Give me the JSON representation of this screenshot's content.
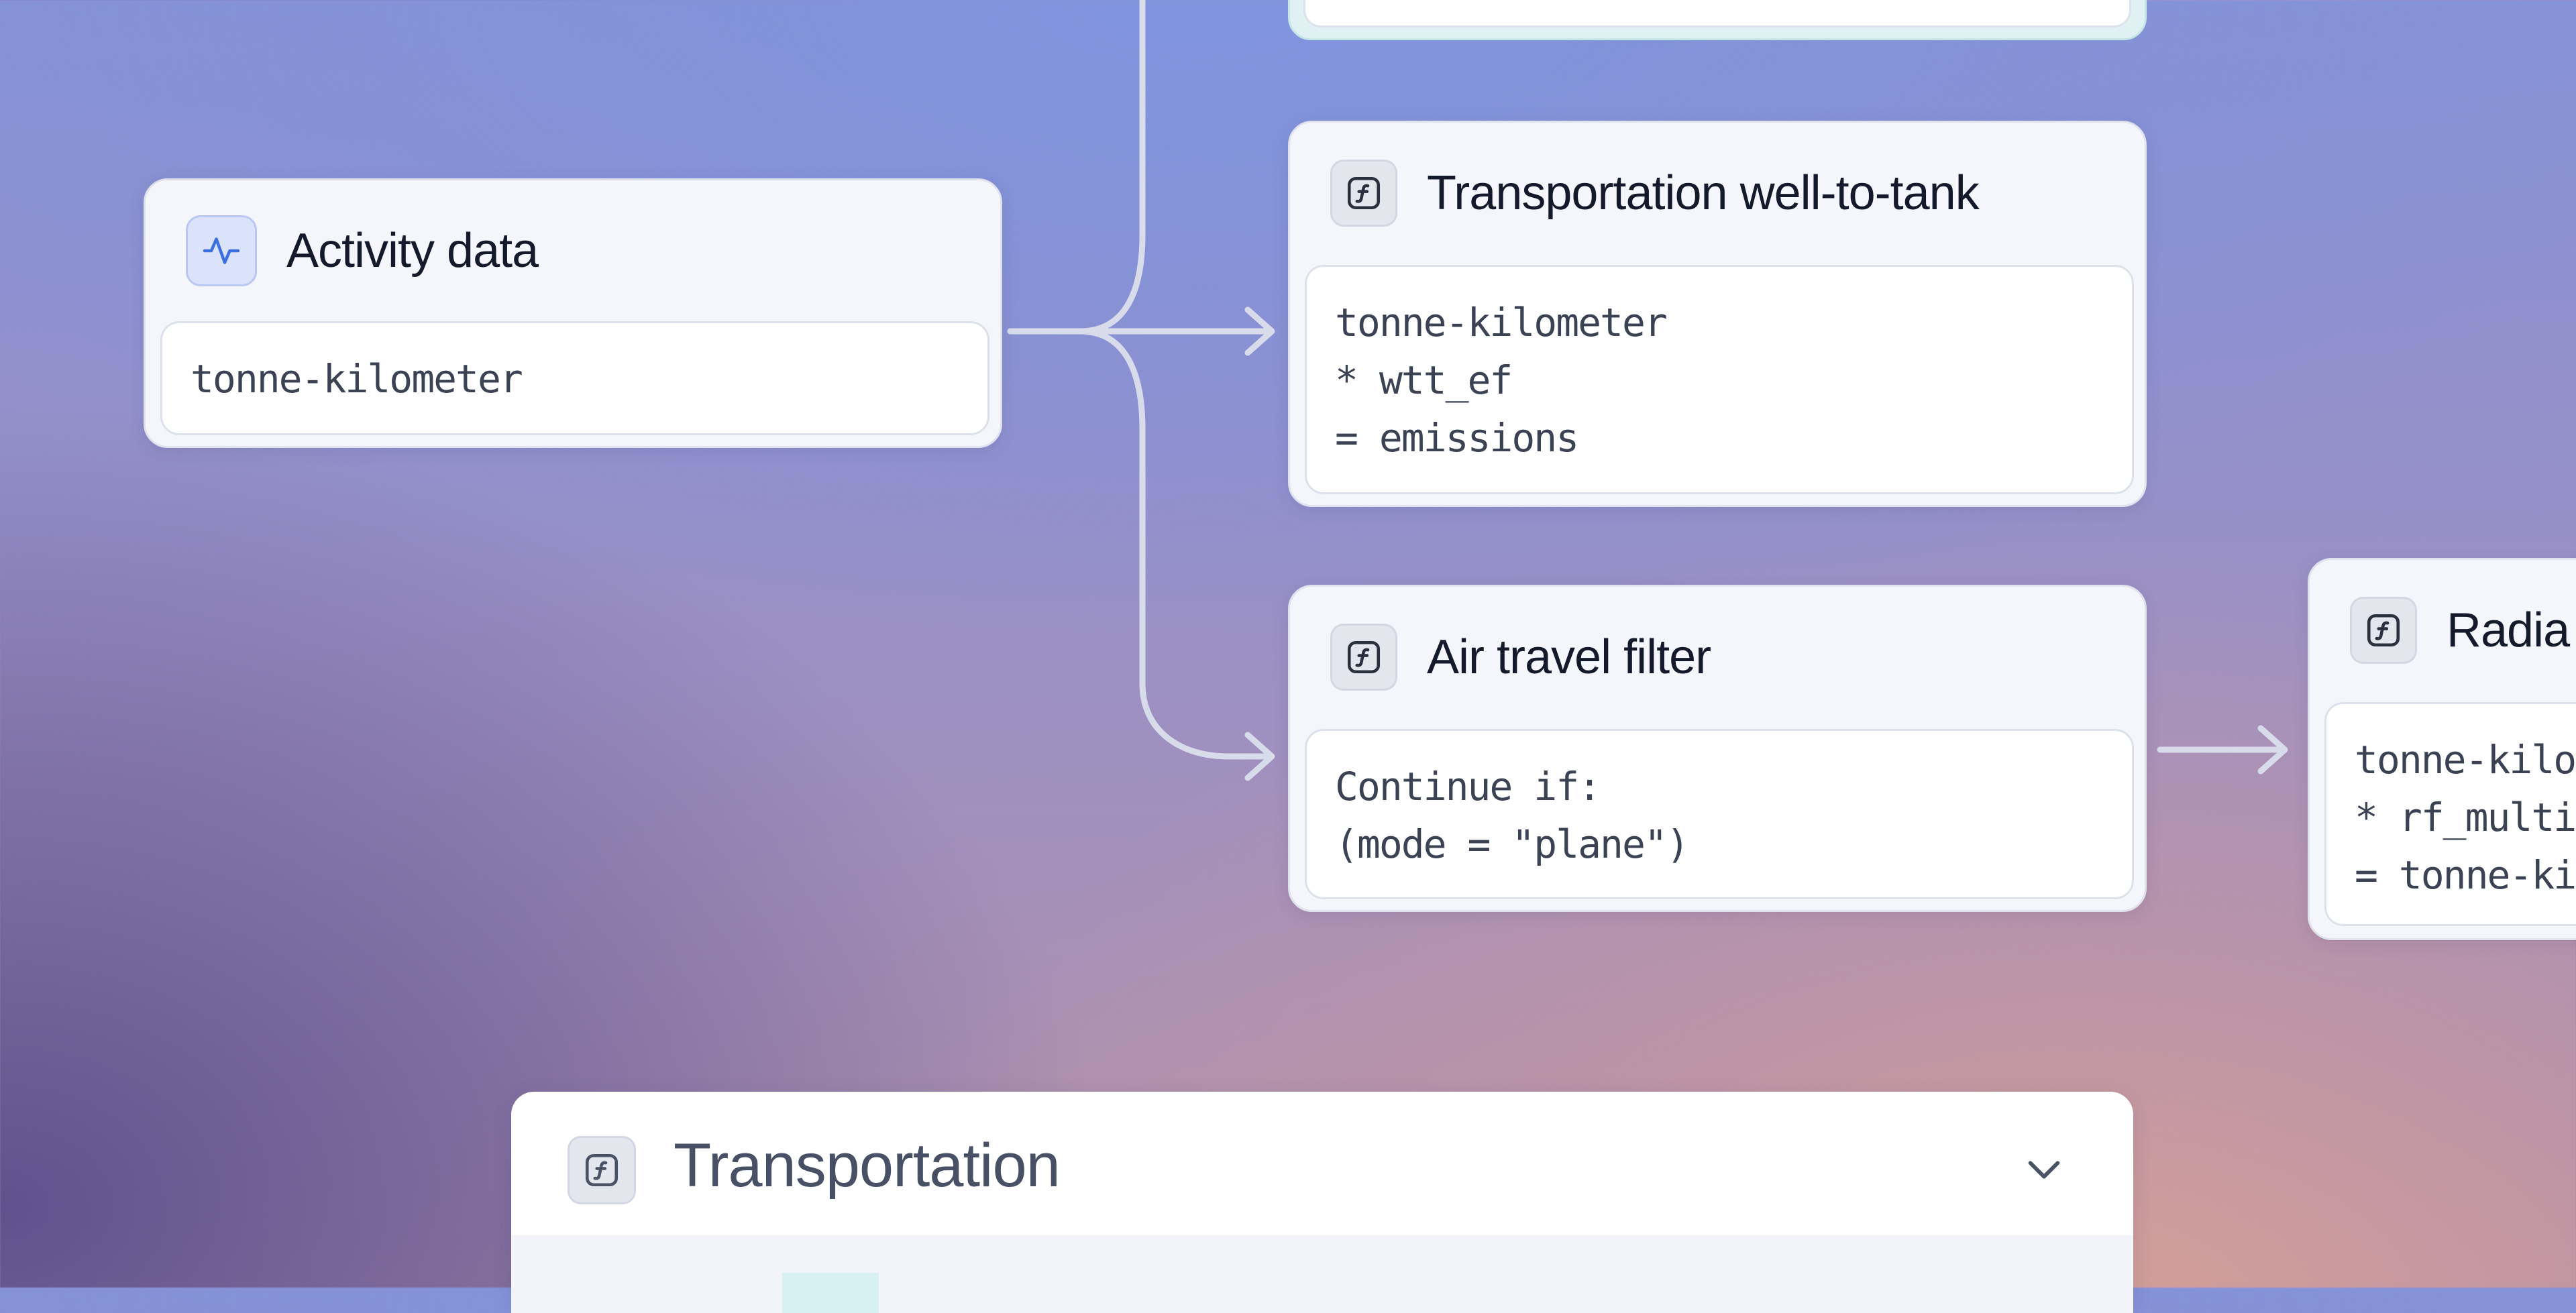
{
  "nodes": {
    "activity": {
      "title": "Activity data",
      "icon": "activity-pulse-icon",
      "lines": [
        "tonne-kilometer"
      ]
    },
    "wtt": {
      "title": "Transportation well-to-tank",
      "icon": "function-icon",
      "lines": [
        "tonne-kilometer",
        "* wtt_ef",
        "= emissions"
      ]
    },
    "air_filter": {
      "title": "Air travel filter",
      "icon": "function-icon",
      "lines": [
        "Continue if:",
        "(mode = \"plane\")"
      ]
    },
    "radiative": {
      "title": "Radia",
      "icon": "function-icon",
      "lines": [
        "tonne-kilo",
        "* rf_multi",
        "= tonne-ki"
      ]
    }
  },
  "panel": {
    "title": "Transportation",
    "icon": "function-icon",
    "toggle_icon": "chevron-down-icon"
  },
  "colors": {
    "card_bg": "#f5f6fb",
    "connector": "#d6dbe9",
    "accent_blue": "#3b6fe0",
    "title_text": "#141a2c"
  }
}
